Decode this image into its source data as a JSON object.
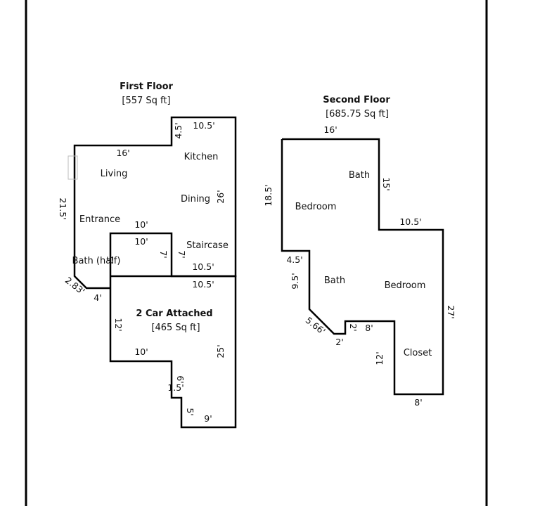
{
  "first_floor": {
    "title": "First Floor",
    "area": "[557 Sq ft]",
    "rooms": {
      "kitchen": "Kitchen",
      "living": "Living",
      "dining": "Dining",
      "entrance": "Entrance",
      "staircase": "Staircase",
      "bath_half": "Bath (half)"
    },
    "dims": {
      "top_right": "10.5'",
      "notch": "4.5'",
      "top_left": "16'",
      "left": "21.5'",
      "right": "26'",
      "garage_top": "10'",
      "stair_top": "10'",
      "stair_side": "7'",
      "stair_bottom": "10.5'",
      "diagonal": "2.83'",
      "bottom_small": "4'",
      "bath_side": "5'"
    }
  },
  "garage": {
    "title": "2 Car Attached",
    "area": "[465 Sq ft]",
    "dims": {
      "top": "10.5'",
      "left": "12'",
      "right": "25'",
      "mid": "10'",
      "step_vert": "6'",
      "step_horiz": "1.5'",
      "lower_vert": "5'",
      "bottom": "9'"
    }
  },
  "second_floor": {
    "title": "Second Floor",
    "area": "[685.75 Sq ft]",
    "rooms": {
      "bedroom_left": "Bedroom",
      "bath_top": "Bath",
      "bath_mid": "Bath",
      "bedroom_right": "Bedroom",
      "closet": "Closet"
    },
    "dims": {
      "top": "16'",
      "left": "18.5'",
      "upper_right": "15'",
      "shelf": "10.5'",
      "step": "4.5'",
      "lower_left": "9.5'",
      "right": "27'",
      "diagonal": "5.66'",
      "nib_bottom": "2'",
      "nib_side": "2'",
      "closet_top": "8'",
      "closet_side": "12'",
      "closet_bottom": "8'"
    }
  }
}
